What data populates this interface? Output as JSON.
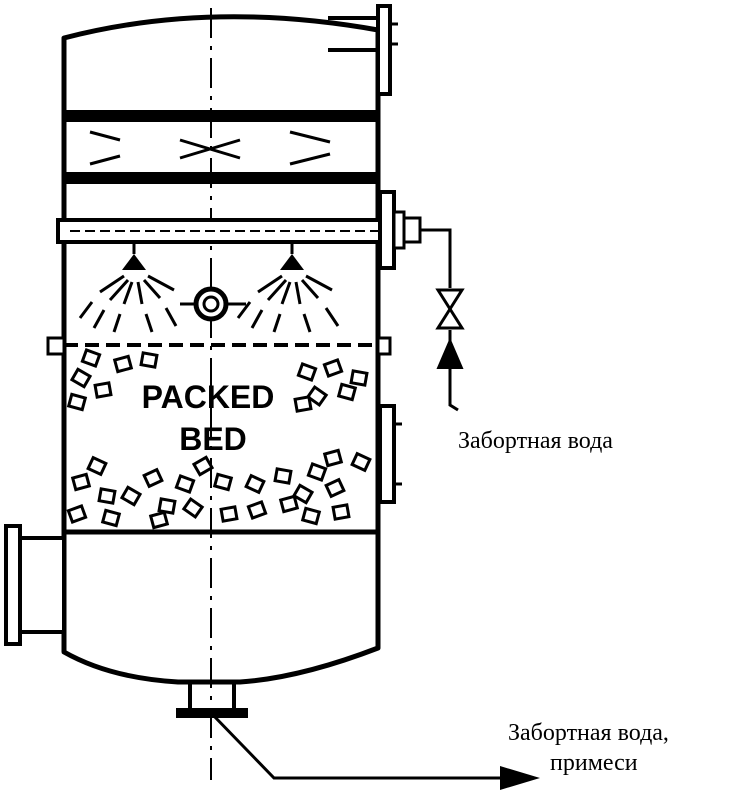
{
  "diagram": {
    "packing_line1": "PACKED",
    "packing_line2": "BED",
    "inlet_label": "Забортная вода",
    "outlet_label_line1": "Забортная вода,",
    "outlet_label_line2": "примеси"
  },
  "colors": {
    "ink": "#000000",
    "paper": "#ffffff"
  }
}
